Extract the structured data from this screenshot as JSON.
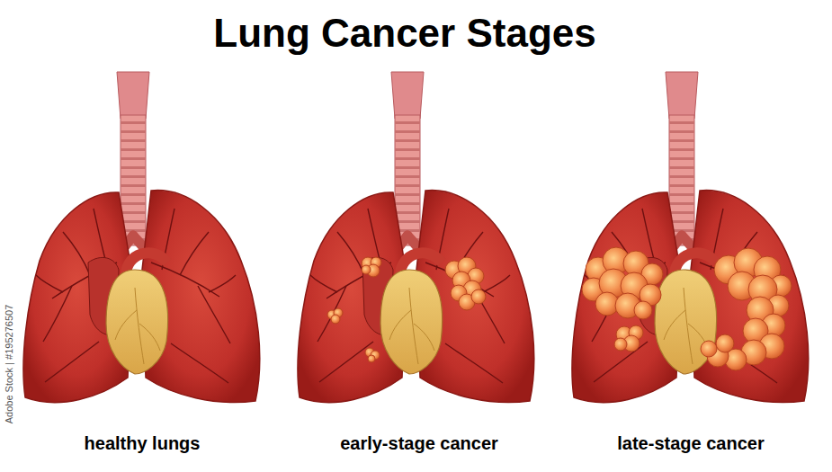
{
  "diagram": {
    "title": "Lung Cancer Stages",
    "labels": [
      "healthy lungs",
      "early-stage cancer",
      "late-stage cancer",
      "Adobe Stock | #195276507"
    ]
  }
}
